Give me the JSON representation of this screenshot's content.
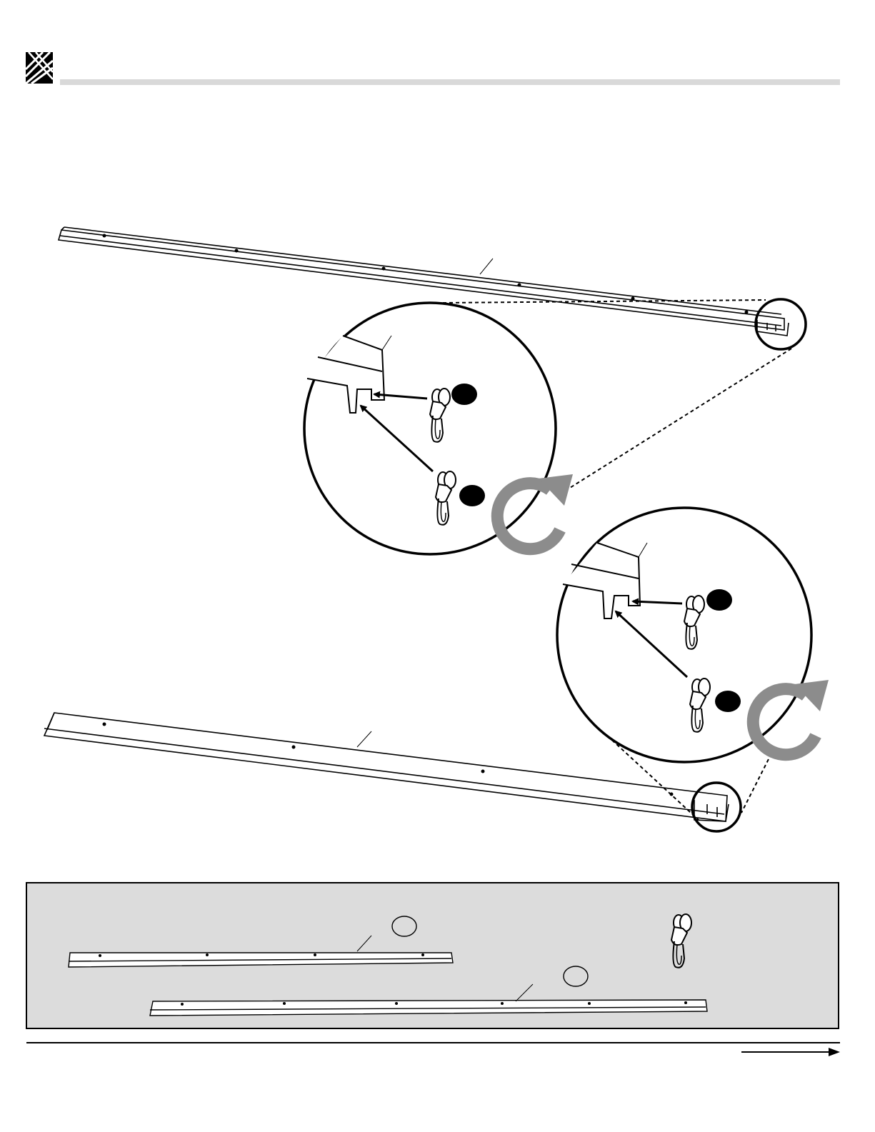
{
  "header": {
    "logo": "diagonal-stripes-logo",
    "rule_color": "#d9d9d9"
  },
  "figure": {
    "illustration": "track-assembly-step",
    "upper_track": {
      "name": "long-track"
    },
    "lower_track": {
      "name": "short-track"
    },
    "detail_views": [
      {
        "name": "upper-detail",
        "rollers": [
          "roller-hanger",
          "roller-hanger"
        ],
        "rotation": "clockwise-arrow-icon"
      },
      {
        "name": "lower-detail",
        "rollers": [
          "roller-hanger",
          "roller-hanger"
        ],
        "rotation": "clockwise-arrow-icon"
      }
    ],
    "badge_color": "#000000",
    "arrow_color": "#8c8c8c"
  },
  "parts_panel": {
    "background": "#dcdcdc",
    "parts": [
      {
        "name": "short-track-part",
        "badge_text": ""
      },
      {
        "name": "long-track-part",
        "badge_text": ""
      },
      {
        "name": "roller-hanger-part"
      }
    ]
  },
  "footer": {
    "next_page_icon": "right-arrow-icon"
  }
}
